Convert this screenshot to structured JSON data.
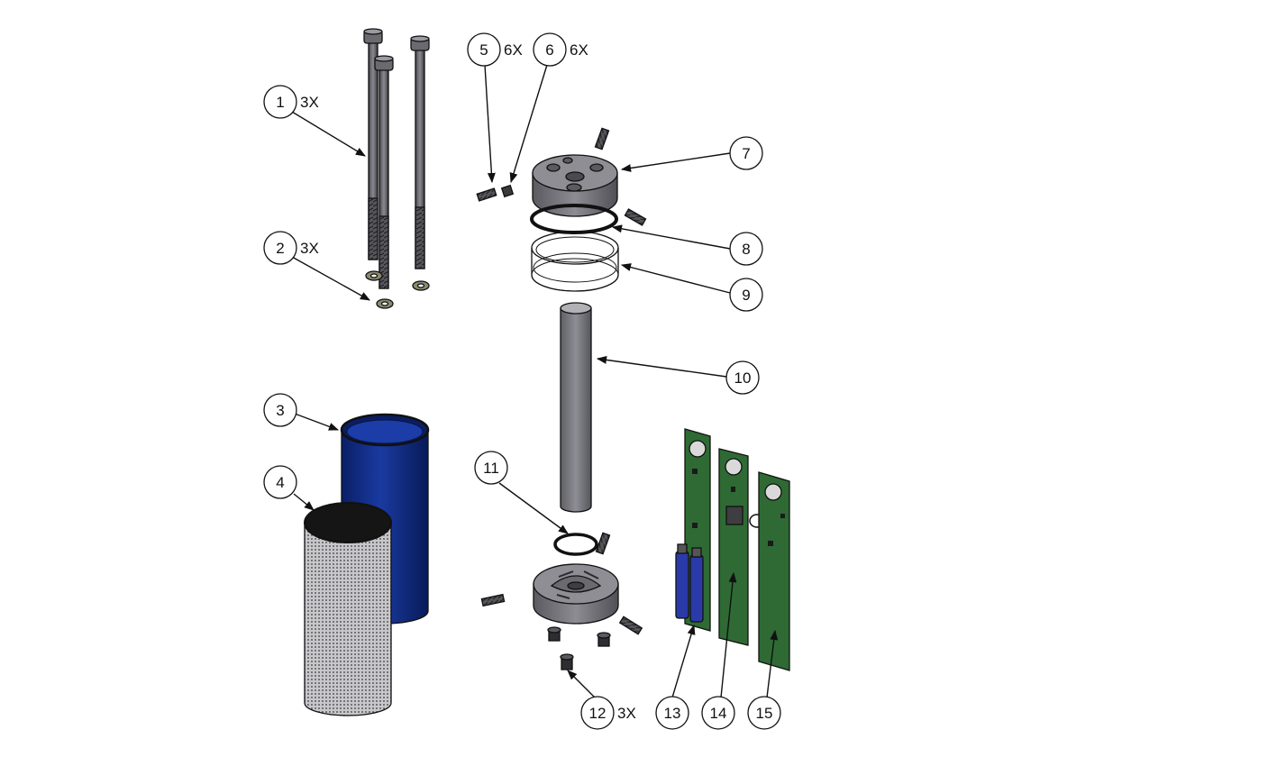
{
  "balloons": [
    {
      "num": "1",
      "qty": "3X"
    },
    {
      "num": "2",
      "qty": "3X"
    },
    {
      "num": "3",
      "qty": ""
    },
    {
      "num": "4",
      "qty": ""
    },
    {
      "num": "5",
      "qty": "6X"
    },
    {
      "num": "6",
      "qty": "6X"
    },
    {
      "num": "7",
      "qty": ""
    },
    {
      "num": "8",
      "qty": ""
    },
    {
      "num": "9",
      "qty": ""
    },
    {
      "num": "10",
      "qty": ""
    },
    {
      "num": "11",
      "qty": ""
    },
    {
      "num": "12",
      "qty": "3X"
    },
    {
      "num": "13",
      "qty": ""
    },
    {
      "num": "14",
      "qty": ""
    },
    {
      "num": "15",
      "qty": ""
    }
  ],
  "colors": {
    "steel": "#6f6f73",
    "steel_dark": "#3f3f44",
    "steel_light": "#a9a9ad",
    "blue_tube": "#0f2a78",
    "blue_tube_edge": "#07164a",
    "mesh": "#b9b9bc",
    "pcb_green": "#2f6a34",
    "pcb_green_dark": "#1f4a24",
    "battery_blue": "#2a3aa8",
    "tube_grey": "#7a7a80",
    "outline": "#111111"
  }
}
